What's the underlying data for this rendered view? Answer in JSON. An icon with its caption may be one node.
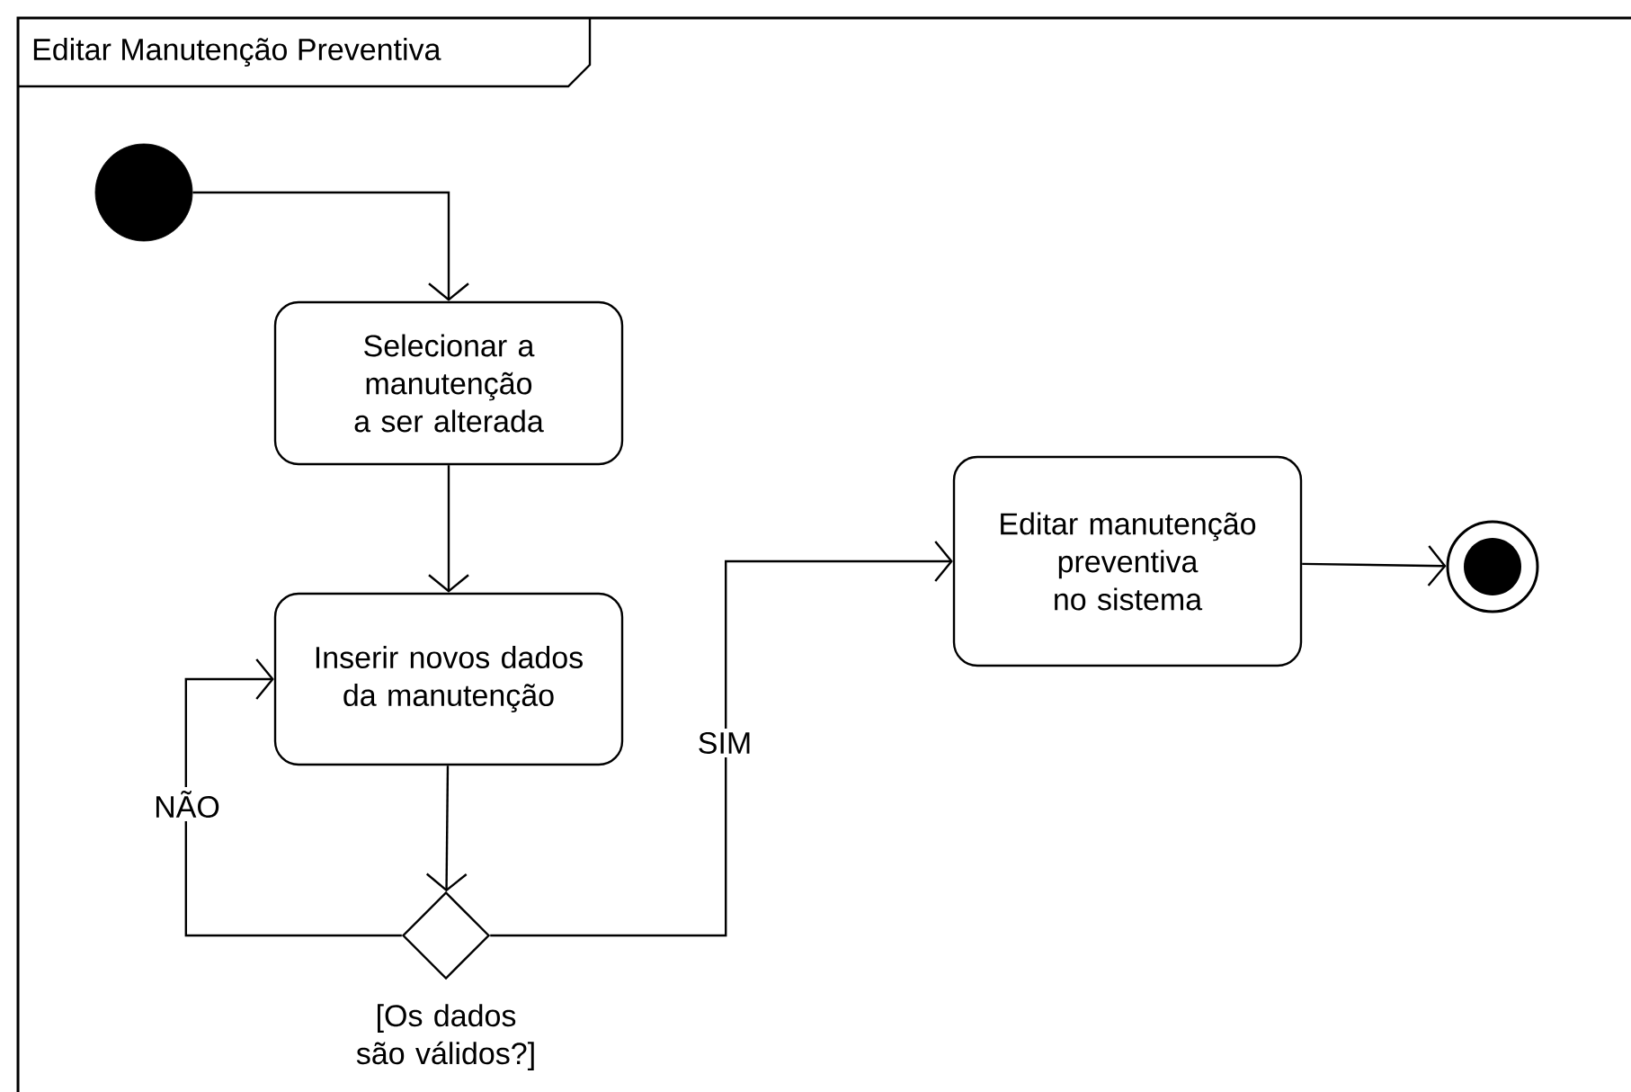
{
  "diagram": {
    "title": "Editar Manutenção Preventiva",
    "nodes": [
      {
        "text": [],
        "shape": "circle"
      },
      {
        "text": [
          "Selecionar a manutenção a ser alterada"
        ]
      },
      {
        "text": [
          "Inserir novos dados da manutenção"
        ]
      },
      {
        "text": [],
        "shape": "diamond",
        "beside": [
          "[Os dados são válidos?]"
        ]
      },
      {
        "text": [
          "Editar manutenção preventiva no sistema"
        ]
      },
      {
        "text": [],
        "shape": "bullseye"
      }
    ],
    "edges": [
      {
        "from": 0,
        "to": 1,
        "arrow": "to"
      },
      {
        "from": 1,
        "to": 2,
        "arrow": "to"
      },
      {
        "from": 2,
        "to": 3,
        "arrow": "to"
      },
      {
        "from": 3,
        "to": 2,
        "arrow": "to",
        "label": "NÃO"
      },
      {
        "from": 3,
        "to": 4,
        "arrow": "to",
        "label": "SIM"
      },
      {
        "from": 4,
        "to": 5,
        "arrow": "to"
      }
    ]
  }
}
